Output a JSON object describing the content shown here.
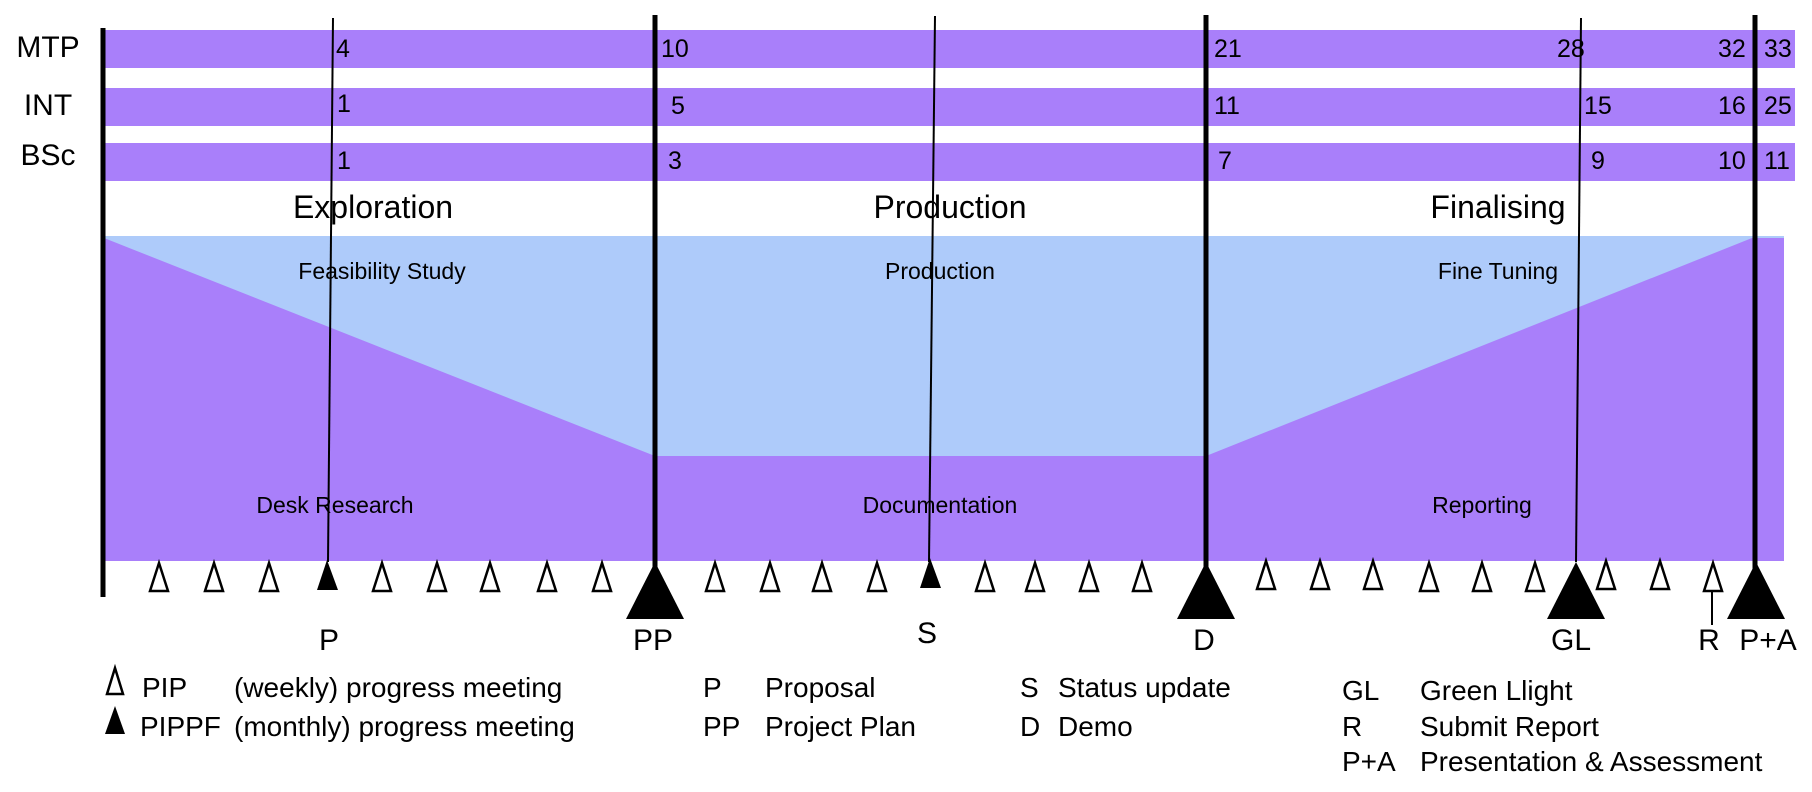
{
  "colors": {
    "purple": "#a97ffa",
    "light_blue": "#aecbfa",
    "line": "#000000",
    "white": "#ffffff"
  },
  "rows": [
    {
      "label": "MTP",
      "numbers": [
        "4",
        "10",
        "21",
        "28",
        "32",
        "33"
      ]
    },
    {
      "label": "INT",
      "numbers": [
        "1",
        "5",
        "11",
        "15",
        "16",
        "25"
      ]
    },
    {
      "label": "BSc",
      "numbers": [
        "1",
        "3",
        "7",
        "9",
        "10",
        "11"
      ]
    }
  ],
  "phases": [
    "Exploration",
    "Production",
    "Finalising"
  ],
  "activities": {
    "top": [
      "Feasibility Study",
      "Production",
      "Fine Tuning"
    ],
    "bottom": [
      "Desk Research",
      "Documentation",
      "Reporting"
    ]
  },
  "markers": {
    "P": "P",
    "PP": "PP",
    "S": "S",
    "D": "D",
    "GL": "GL",
    "R": "R",
    "PA": "P+A"
  },
  "legend": {
    "pip_abbr": "PIP",
    "pip_desc": "(weekly) progress meeting",
    "pippf_abbr": "PIPPF",
    "pippf_desc": "(monthly) progress meeting",
    "items": [
      {
        "abbr": "P",
        "desc": "Proposal"
      },
      {
        "abbr": "PP",
        "desc": "Project Plan"
      },
      {
        "abbr": "S",
        "desc": "Status update"
      },
      {
        "abbr": "D",
        "desc": "Demo"
      },
      {
        "abbr": "GL",
        "desc": "Green Llight"
      },
      {
        "abbr": "R",
        "desc": "Submit Report"
      },
      {
        "abbr": "P+A",
        "desc": "Presentation & Assessment"
      }
    ]
  }
}
